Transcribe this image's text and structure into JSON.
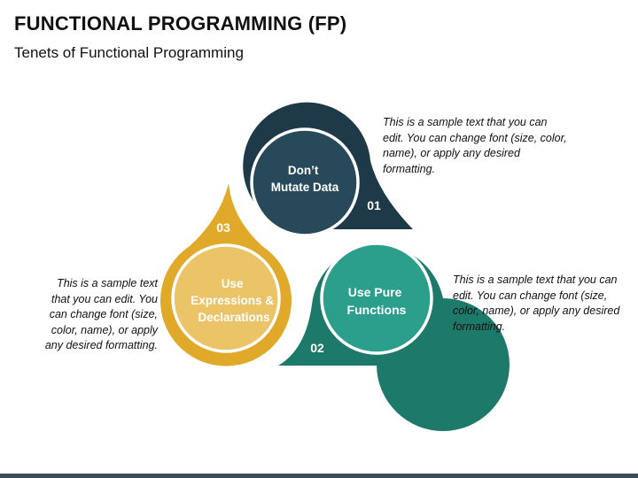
{
  "header": {
    "title": "FUNCTIONAL PROGRAMMING (FP)",
    "subtitle": "Tenets of Functional Programming"
  },
  "colors": {
    "dark_slate": "#1e3a49",
    "teal": "#1d7a6b",
    "teal_light": "#2b9e8c",
    "gold": "#e0a92a",
    "gold_light": "#ebc468"
  },
  "tenets": [
    {
      "number": "01",
      "line1": "Don’t",
      "line2": "Mutate Data",
      "description": "This is a sample text that you can edit. You can change font (size, color, name), or apply any desired formatting."
    },
    {
      "number": "02",
      "line1": "Use Pure",
      "line2": "Functions",
      "description": "This is a sample text that you can edit. You can change font (size, color, name), or apply any desired formatting."
    },
    {
      "number": "03",
      "line1": "Use",
      "line2": "Expressions &",
      "line3": "Declarations",
      "description": "This is a sample text that you can edit. You can change font (size, color, name), or apply any desired formatting."
    }
  ]
}
